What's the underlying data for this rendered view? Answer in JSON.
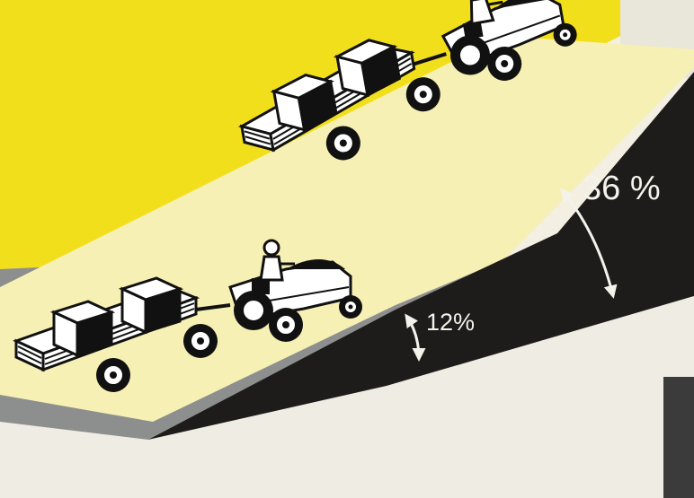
{
  "labels": {
    "steep_grade": "36 %",
    "gentle_grade": "12%"
  },
  "colors": {
    "yellow": "#f2df1c",
    "pale_yellow": "#f6f0b4",
    "black_slope": "#1e1c1a",
    "gray_road": "#8d8e8e",
    "paper": "#f3efe2",
    "text_on_dark": "#f4f2ea"
  },
  "icons": [
    "tractor",
    "trailer",
    "cargo-box",
    "driver",
    "angle-arrow"
  ]
}
